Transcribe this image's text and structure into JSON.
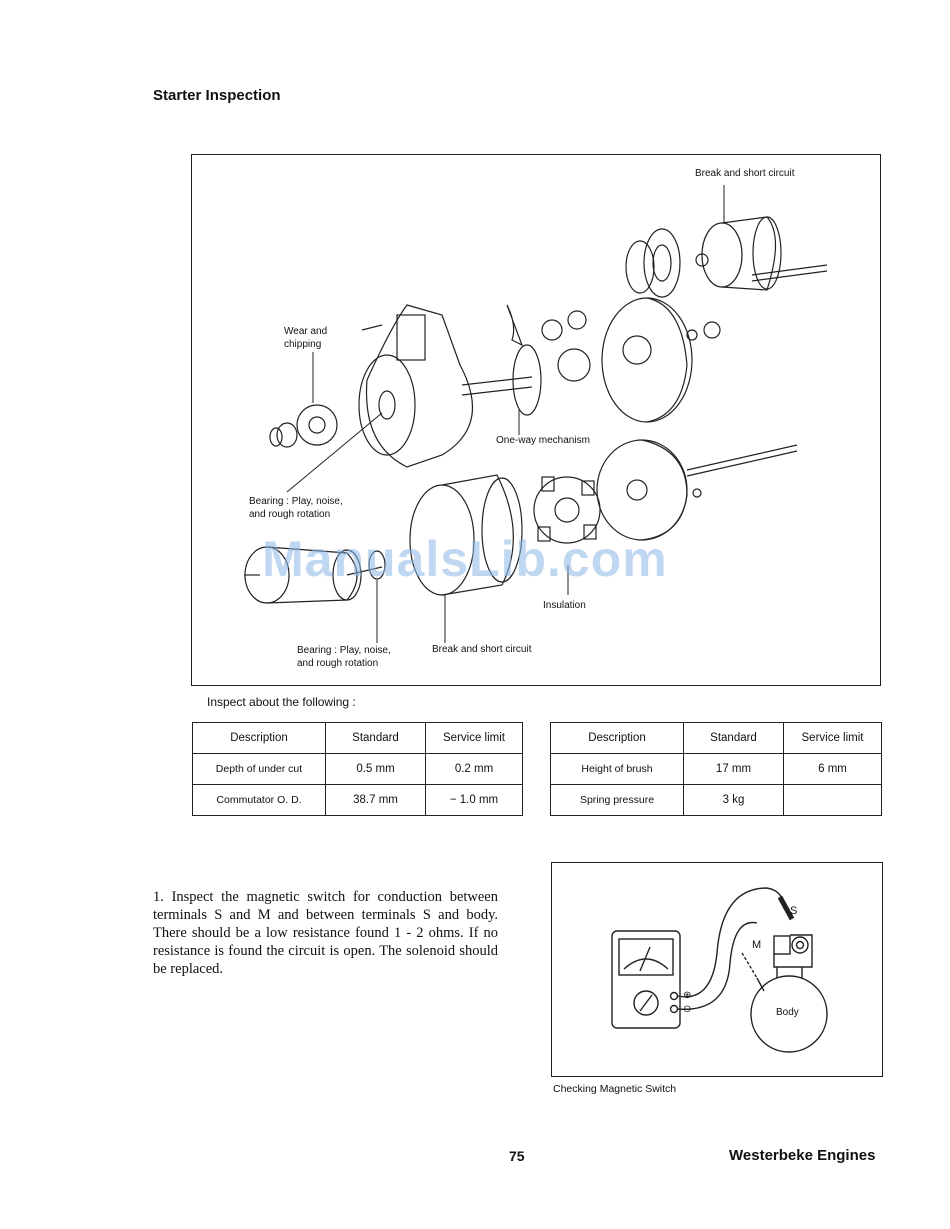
{
  "title": "Starter Inspection",
  "diagram": {
    "labels": {
      "break_top": "Break and short circuit",
      "wear": "Wear and\nchipping",
      "oneway": "One-way mechanism",
      "bearing1": "Bearing : Play, noise,\nand rough rotation",
      "insulation": "Insulation",
      "bearing2": "Bearing : Play, noise,\nand rough rotation",
      "break_bottom": "Break and short circuit"
    },
    "watermark": "ManualsLib.com"
  },
  "inspect_note": "Inspect about the following :",
  "tables": {
    "left": {
      "headers": [
        "Description",
        "Standard",
        "Service limit"
      ],
      "rows": [
        [
          "Depth of under cut",
          "0.5 mm",
          "0.2 mm"
        ],
        [
          "Commutator O. D.",
          "38.7 mm",
          "− 1.0 mm"
        ]
      ]
    },
    "right": {
      "headers": [
        "Description",
        "Standard",
        "Service limit"
      ],
      "rows": [
        [
          "Height of brush",
          "17 mm",
          "6 mm"
        ],
        [
          "Spring pressure",
          "3 kg",
          ""
        ]
      ]
    }
  },
  "step1": "1.   Inspect the magnetic switch for conduction between terminals S and M and between terminals S and body.  There should be a low resistance found 1 - 2 ohms.  If no resistance is found the circuit is open.  The solenoid should be replaced.",
  "switch_figure": {
    "s_label": "S",
    "m_label": "M",
    "body_label": "Body",
    "plus": "⊕",
    "minus": "⊖"
  },
  "caption": "Checking Magnetic Switch",
  "footer": {
    "page": "75",
    "brand": "Westerbeke Engines"
  }
}
